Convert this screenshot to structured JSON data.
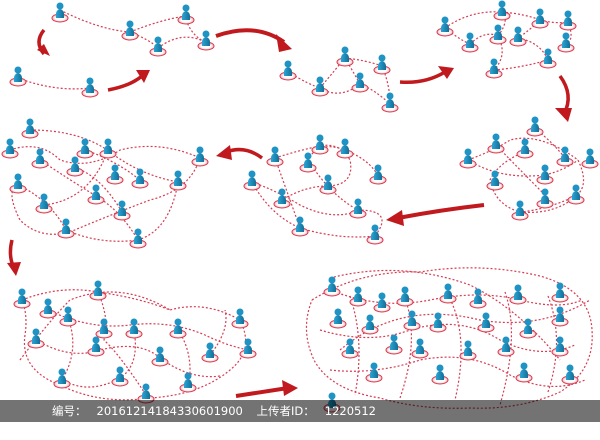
{
  "illustration": {
    "subject": "network-growth-sequence",
    "colors": {
      "person": "#1f93c4",
      "person_shade": "#136e96",
      "ring": "#d9364a",
      "link": "#d63c52",
      "arrow": "#c0191e",
      "arrow_shade": "#7d0c10"
    }
  },
  "watermark": {
    "id_label": "编号：",
    "id_value": "20161214184330601900",
    "uploader_label": "上传者ID：",
    "uploader_value": "1220512"
  }
}
